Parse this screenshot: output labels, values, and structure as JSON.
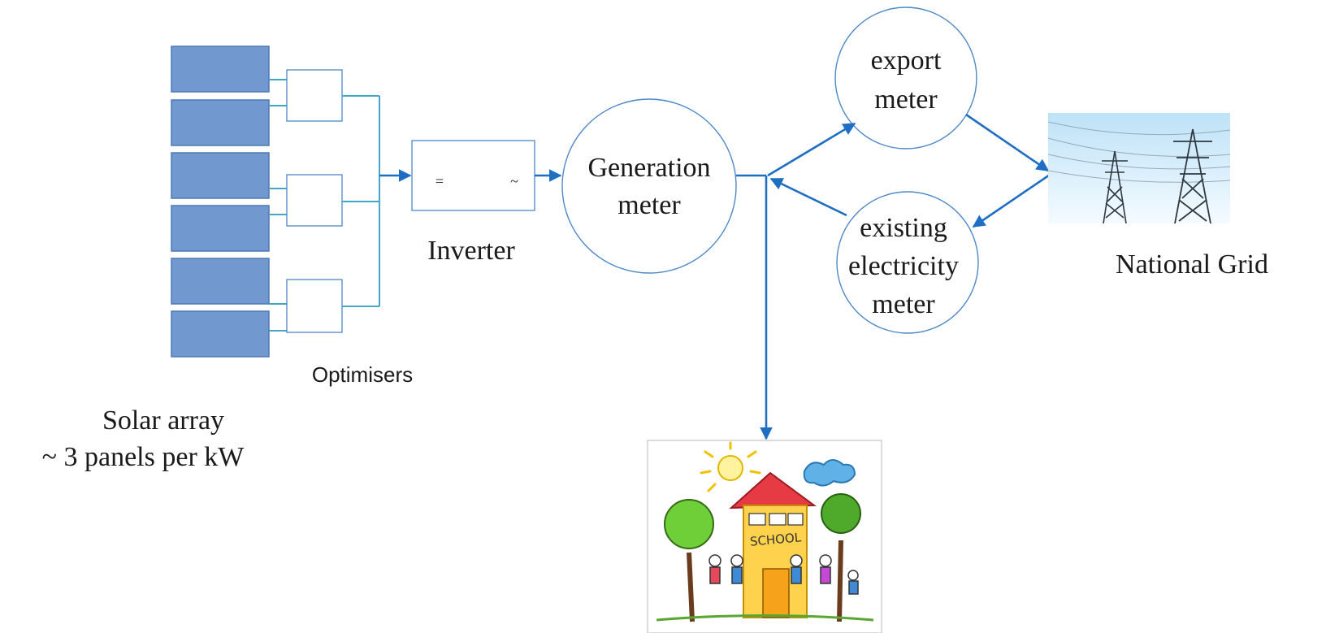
{
  "labels": {
    "optimisers": "Optimisers",
    "solar_line1": "Solar array",
    "solar_line2": "~ 3 panels per kW",
    "inverter": "Inverter",
    "inverter_dc": "=",
    "inverter_ac": "~",
    "generation_line1": "Generation",
    "generation_line2": "meter",
    "export_line1": "export",
    "export_line2": "meter",
    "existing_line1": "existing",
    "existing_line2": "electricity",
    "existing_line3": "meter",
    "national_grid": "National Grid",
    "school_sign": "SCHOOL"
  },
  "colors": {
    "panel_fill": "#7199cf",
    "wire": "#43a8c8",
    "flow_arrow": "#1e6fc3",
    "outline": "#4f88c6"
  },
  "icons": {
    "national_grid": "pylon-photo",
    "school": "school-drawing"
  }
}
